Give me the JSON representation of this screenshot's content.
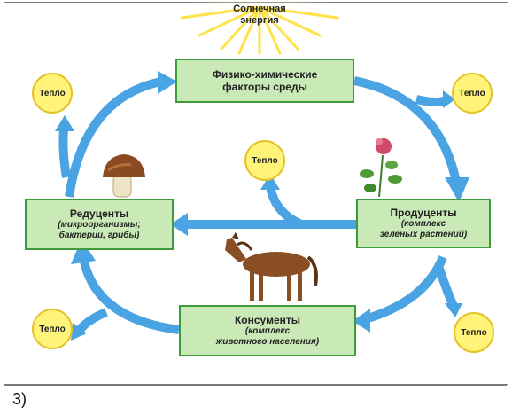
{
  "sun": {
    "line1": "Солнечная",
    "line2": "энергия"
  },
  "nodes": {
    "factors": {
      "line1": "Физико-химические",
      "line2": "факторы среды"
    },
    "producers": {
      "title": "Продуценты",
      "sub1": "(комплекс",
      "sub2": "зеленых растений)"
    },
    "reducers": {
      "title": "Редуценты",
      "sub1": "(микроорганизмы;",
      "sub2": "бактерии, грибы)"
    },
    "consumers": {
      "title": "Консументы",
      "sub1": "(комплекс",
      "sub2": "животного населения)"
    }
  },
  "heat_label": "Тепло",
  "colors": {
    "arrow": "#4aa3e2",
    "box_fill": "#c9e9b6",
    "box_border": "#3e9a3a",
    "heat_fill": "#fff37a",
    "sun": "#ffe24a"
  },
  "icons": [
    "sun-icon",
    "mushroom-icon",
    "clover-flower-icon",
    "horse-icon"
  ],
  "caption": "3)"
}
